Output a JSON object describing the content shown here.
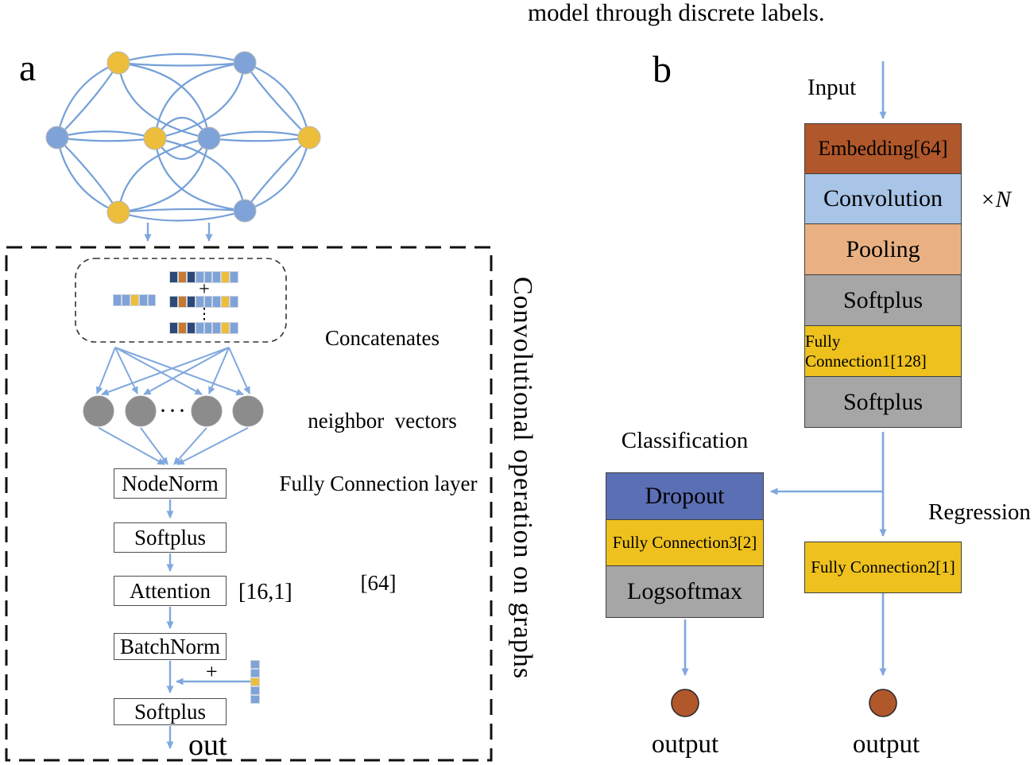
{
  "caption": "model through discrete labels.",
  "panel_a": {
    "label": "a",
    "concat_box": {
      "line1": "Concatenates",
      "line2": "neighbor  vectors",
      "plus": "+",
      "vdots": "⋮",
      "self_vector_cells": [
        "#7FA3D8",
        "#7FA3D8",
        "#EDBE3C",
        "#7FA3D8",
        "#7FA3D8"
      ],
      "neighbor_vector_cells": [
        "#2E4978",
        "#C7792F",
        "#2E4978",
        "#7FA3D8",
        "#7FA3D8",
        "#7FA3D8",
        "#EDBE3C",
        "#7FA3D8"
      ]
    },
    "fc_layer_line1": "Fully Connection layer",
    "fc_layer_line2": "[64]",
    "neuron_dots": "···",
    "boxes": [
      "NodeNorm",
      "Softplus",
      "Attention",
      "BatchNorm",
      "Softplus"
    ],
    "attention_dims": "[16,1]",
    "residual_plus": "+",
    "residual_vector_cells": [
      "#7FA3D8",
      "#7FA3D8",
      "#EDBE3C",
      "#7FA3D8",
      "#7FA3D8"
    ],
    "out_label": "out",
    "side_label": "Convolutional operation on graphs"
  },
  "panel_b": {
    "label": "b",
    "input_label": "Input",
    "repeat_label": "×N",
    "stack": [
      {
        "label": "Embedding[64]",
        "color": "#B0572B"
      },
      {
        "label": "Convolution",
        "color": "#A8C4E6"
      },
      {
        "label": "Pooling",
        "color": "#E9B183"
      },
      {
        "label": "Softplus",
        "color": "#A6A6A6"
      },
      {
        "label": "Fully Connection1[128]",
        "color": "#EEC11E"
      },
      {
        "label": "Softplus",
        "color": "#A6A6A6"
      }
    ],
    "classification": {
      "title": "Classification",
      "boxes": [
        {
          "label": "Dropout",
          "color": "#5B6FB5"
        },
        {
          "label": "Fully Connection3[2]",
          "color": "#EEC11E"
        },
        {
          "label": "Logsoftmax",
          "color": "#A6A6A6"
        }
      ],
      "output_label": "output"
    },
    "regression": {
      "title": "Regression",
      "boxes": [
        {
          "label": "Fully Connection2[1]",
          "color": "#EEC11E"
        }
      ],
      "output_label": "output"
    }
  },
  "colors": {
    "edge_blue": "#74A0D8",
    "arrow_blue": "#7FA8DE",
    "node_yellow": "#EDBE3C",
    "node_blue": "#7FA3D8",
    "neuron_gray": "#8C8C8C",
    "output_circle": "#B0582C"
  }
}
